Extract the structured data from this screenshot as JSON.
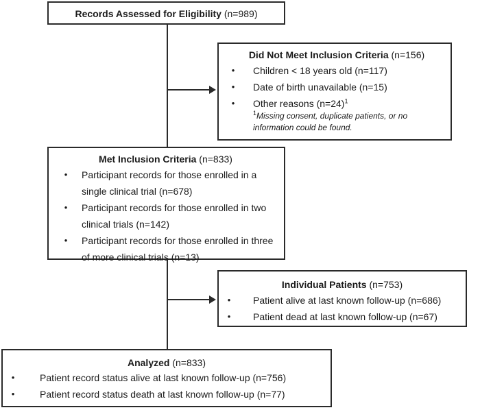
{
  "assessed": {
    "title": "Records Assessed for Eligibility",
    "count": "(n=989)"
  },
  "excluded": {
    "title": "Did Not Meet Inclusion Criteria",
    "count": "(n=156)",
    "items": [
      "Children < 18 years old (n=117)",
      "Date of birth unavailable (n=15)",
      "Other reasons (n=24)"
    ],
    "other_superscript": "1",
    "footnote_marker": "1",
    "footnote": "Missing consent, duplicate patients, or no information could be found."
  },
  "included": {
    "title": "Met Inclusion Criteria",
    "count": "(n=833)",
    "items": [
      "Participant records for those enrolled in a single clinical trial (n=678)",
      "Participant records for those enrolled in two clinical trials (n=142)",
      "Participant records for those enrolled in three of more clinical trials (n=13)"
    ]
  },
  "individual": {
    "title": "Individual Patients",
    "count": "(n=753)",
    "items": [
      "Patient alive at last known follow-up (n=686)",
      "Patient dead at last known follow-up (n=67)"
    ]
  },
  "analyzed": {
    "title": "Analyzed",
    "count": "(n=833)",
    "items": [
      "Patient record status alive at last known follow-up (n=756)",
      "Patient record status death at last known follow-up (n=77)"
    ]
  },
  "bullet_glyph": "•"
}
